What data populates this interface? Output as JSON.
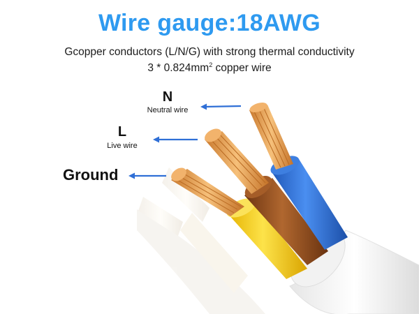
{
  "header": {
    "title": "Wire gauge:18AWG",
    "description_line1": "Gcopper conductors (L/N/G) with strong thermal conductivity",
    "description_line2_prefix": "3 * 0.824mm",
    "description_line2_sup": "2",
    "description_line2_suffix": " copper wire"
  },
  "labels": {
    "neutral_letter": "N",
    "neutral_text": "Neutral wire",
    "live_letter": "L",
    "live_text": "Live wire",
    "ground_text": "Ground"
  },
  "colors": {
    "title": "#2e9af0",
    "arrow": "#2f6fd6",
    "neutral_insulation": "#2f6fd3",
    "live_insulation": "#8b4a1c",
    "ground_insulation": "#f0c60e",
    "copper": "#e7a25a",
    "jacket": "#f7f7f7"
  },
  "icons": {
    "pointer": "arrow-left-icon"
  }
}
